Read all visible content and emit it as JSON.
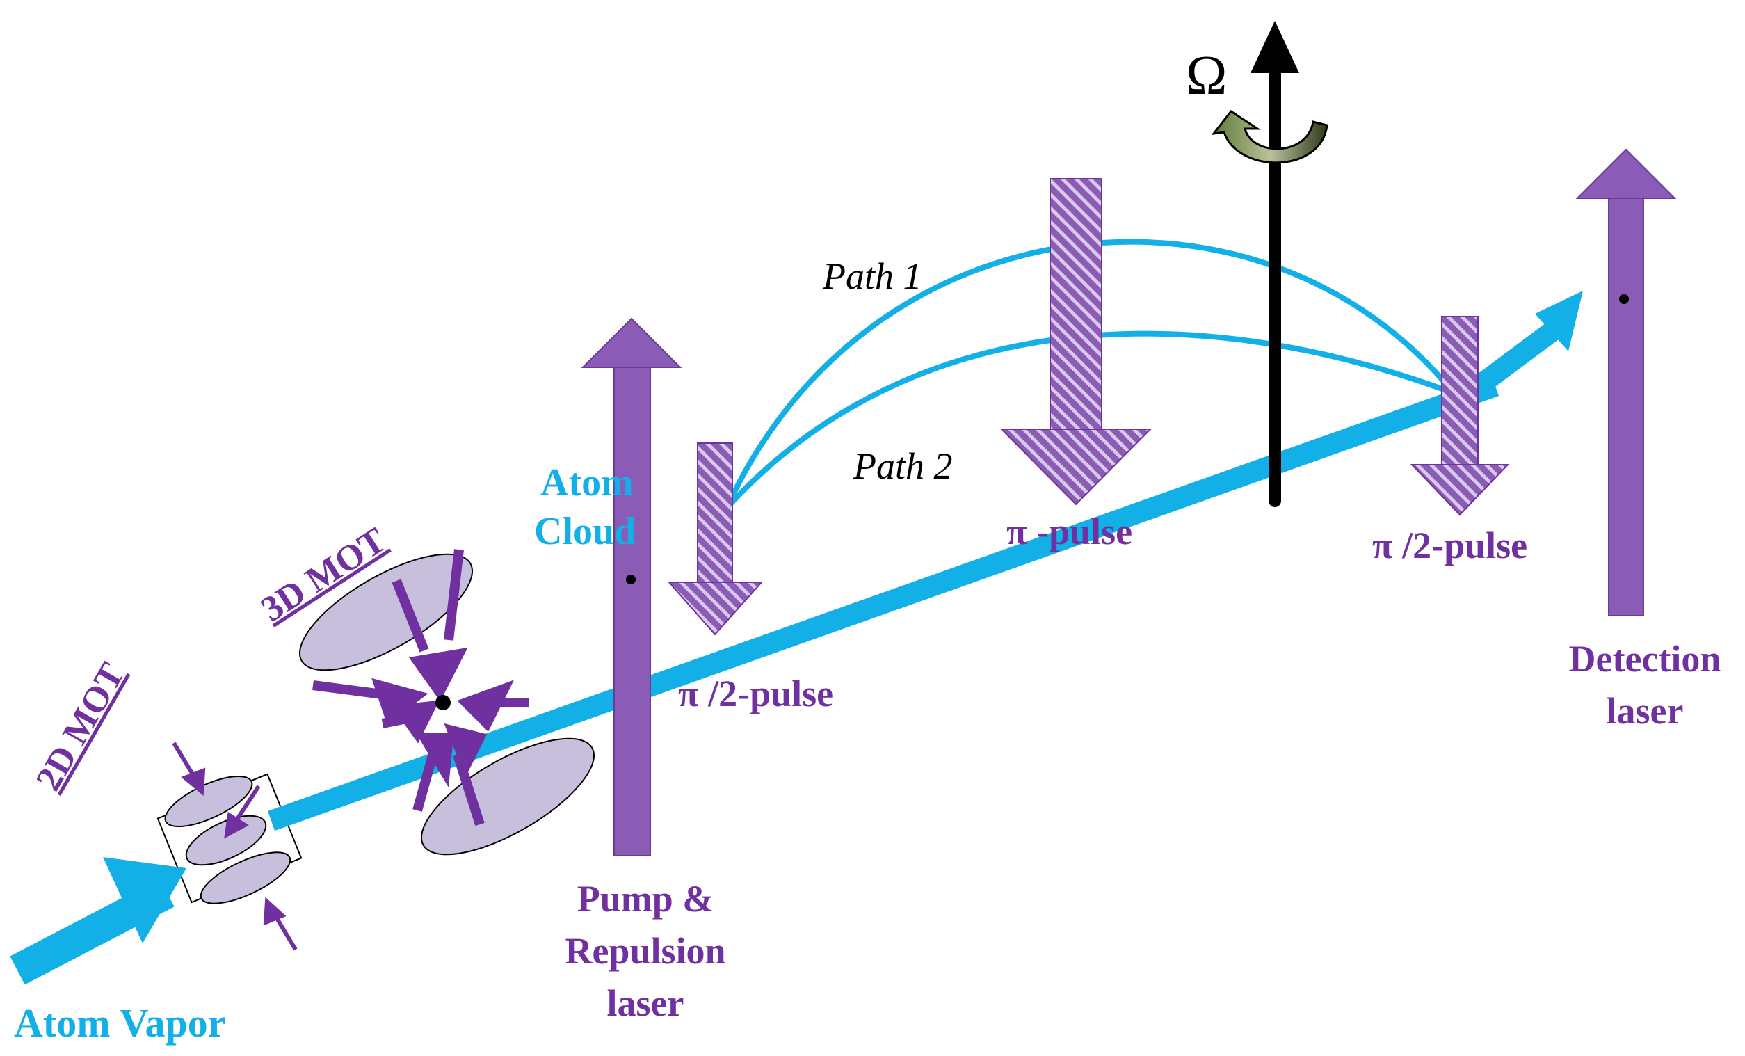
{
  "colors": {
    "atom_beam": "#13b0e8",
    "laser": "#7030a0",
    "laser_light": "#b191cc",
    "rotation_axis": "#000000",
    "rotation_arrow": "#4a5a2a",
    "trap_lens": "#c7bfdc"
  },
  "labels": {
    "atom_vapor": "Atom Vapor",
    "mot_2d": "2D MOT",
    "mot_3d": "3D MOT",
    "atom_cloud_1": "Atom",
    "atom_cloud_2": "Cloud",
    "pump_1": "Pump &",
    "pump_2": "Repulsion",
    "pump_3": "laser",
    "pulse_first": "π /2-pulse",
    "pulse_pi": "π -pulse",
    "pulse_last": "π /2-pulse",
    "detection_1": "Detection",
    "detection_2": "laser",
    "path_1": "Path 1",
    "path_2": "Path 2",
    "omega": "Ω"
  },
  "icons": {
    "rotation": "curved-rotation-arrow-icon",
    "axis": "up-arrow-icon"
  }
}
